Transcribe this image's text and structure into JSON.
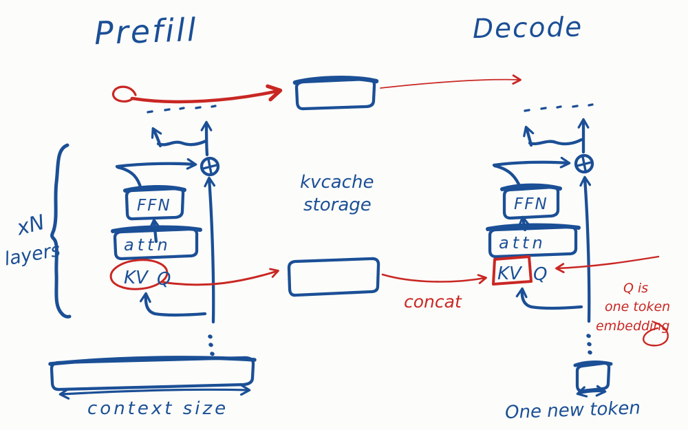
{
  "diagram": {
    "kind": "hand-drawn whiteboard sketch of LLM inference with KV cache",
    "titles": {
      "prefill": "Prefill",
      "decode": "Decode"
    },
    "cache": {
      "label_line1": "kvcache",
      "label_line2": "storage"
    },
    "left_block": {
      "ffn": "FFN",
      "attn": "attn",
      "kv": "KV",
      "q": "Q"
    },
    "right_block": {
      "ffn": "FFN",
      "attn": "attn",
      "kv": "KV",
      "q": "Q"
    },
    "labels": {
      "layers_multiplier": "xN",
      "layers_word": "layers",
      "concat": "concat",
      "context_size": "context size",
      "one_new_token": "One new token",
      "q_note_line1": "Q is",
      "q_note_line2": "one token",
      "q_note_line3": "embedding"
    },
    "colors": {
      "ink_blue": "#1b4f96",
      "ink_red": "#c92723",
      "background": "#fcfcfa"
    }
  }
}
